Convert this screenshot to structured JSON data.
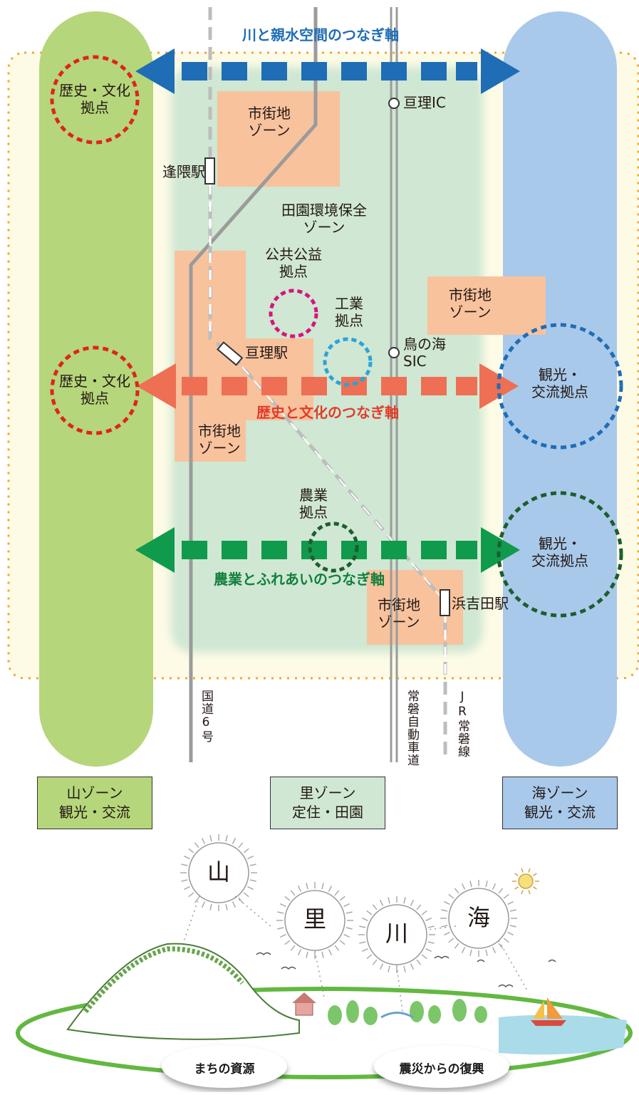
{
  "axes": {
    "river": "川と親水空間のつなぎ軸",
    "history": "歴史と文化のつなぎ軸",
    "agri": "農業とふれあいのつなぎ軸"
  },
  "hubs": {
    "history_top": [
      "歴史・文化",
      "拠点"
    ],
    "history_mid": [
      "歴史・文化",
      "拠点"
    ],
    "public": [
      "公共公益",
      "拠点"
    ],
    "industry": [
      "工業",
      "拠点"
    ],
    "agri": [
      "農業",
      "拠点"
    ],
    "tourism_1": [
      "観光・",
      "交流拠点"
    ],
    "tourism_2": [
      "観光・",
      "交流拠点"
    ]
  },
  "zones": {
    "urban_top": [
      "市街地",
      "ゾーン"
    ],
    "urban_right": [
      "市街地",
      "ゾーン"
    ],
    "urban_left": [
      "市街地",
      "ゾーン"
    ],
    "urban_bottom": [
      "市街地",
      "ゾーン"
    ],
    "rural": [
      "田園環境保全",
      "ゾーン"
    ]
  },
  "stations": {
    "osakuma": "逢隈駅",
    "watari": "亘理駅",
    "hamayoshida": "浜吉田駅",
    "watari_ic": "亘理IC",
    "torinoumi_sic": [
      "鳥の海",
      "SIC"
    ]
  },
  "roads": {
    "route6": "国道6号",
    "joban_exp": "常磐自動車道",
    "jr": "JR常磐線"
  },
  "bottom_zones": {
    "mountain": [
      "山ゾーン",
      "観光・交流"
    ],
    "village": [
      "里ゾーン",
      "定住・田園"
    ],
    "sea": [
      "海ゾーン",
      "観光・交流"
    ]
  },
  "illustration": {
    "sun_chars": [
      "山",
      "里",
      "川",
      "海"
    ],
    "pill_left": "まちの資源",
    "pill_right": "震災からの復興"
  },
  "colors": {
    "mountain_zone": "#b5d67a",
    "sea_zone": "#a9c9ea",
    "village_zone": "#cfe7d3",
    "urban": "#f8c29d",
    "river_axis": "#1f6db5",
    "history_axis": "#ee6f53",
    "agri_axis": "#0f9a4c",
    "history_hub": "#e0231c",
    "public_hub": "#d6157a",
    "industry_hub": "#2ba3d9",
    "tourism_hub": "#1f6db5",
    "agri_hub": "#1c5e2e",
    "outline": "#f3a637"
  }
}
